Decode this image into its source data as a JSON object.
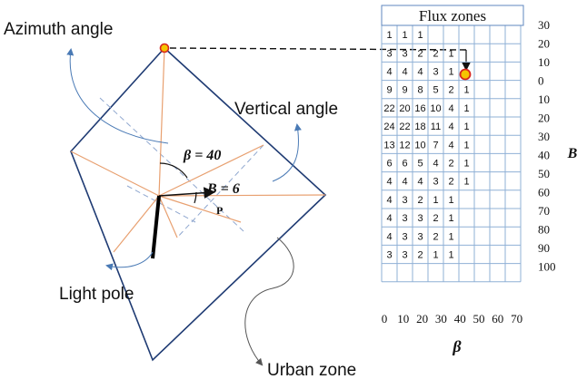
{
  "labels": {
    "azimuth": "Azimuth angle",
    "vertical": "Vertical angle",
    "light_pole": "Light pole",
    "urban_zone": "Urban zone",
    "beta_eq": "β = 40",
    "B_eq": "B = 6",
    "P": "P"
  },
  "table": {
    "title": "Flux zones",
    "rows": [
      [
        "1",
        "1",
        "1",
        "",
        "",
        "",
        ""
      ],
      [
        "3",
        "3",
        "2",
        "2",
        "1",
        "",
        ""
      ],
      [
        "4",
        "4",
        "4",
        "3",
        "1",
        "",
        ""
      ],
      [
        "9",
        "9",
        "8",
        "5",
        "2",
        "1",
        ""
      ],
      [
        "22",
        "20",
        "16",
        "10",
        "4",
        "1",
        ""
      ],
      [
        "24",
        "22",
        "18",
        "11",
        "4",
        "1",
        ""
      ],
      [
        "13",
        "12",
        "10",
        "7",
        "4",
        "1",
        ""
      ],
      [
        "6",
        "6",
        "5",
        "4",
        "2",
        "1",
        ""
      ],
      [
        "4",
        "4",
        "4",
        "3",
        "2",
        "1",
        ""
      ],
      [
        "4",
        "3",
        "2",
        "1",
        "1",
        "",
        ""
      ],
      [
        "4",
        "3",
        "3",
        "2",
        "1",
        "",
        ""
      ],
      [
        "4",
        "3",
        "3",
        "2",
        "1",
        "",
        ""
      ],
      [
        "3",
        "3",
        "2",
        "1",
        "1",
        "",
        ""
      ],
      [
        "",
        "",
        "",
        "",
        "",
        "",
        ""
      ]
    ],
    "x_ticks": [
      "0",
      "10",
      "20",
      "30",
      "40",
      "50",
      "60",
      "70"
    ],
    "x_axis_label": "β",
    "y_ticks": [
      "30",
      "20",
      "10",
      "0",
      "10",
      "20",
      "30",
      "40",
      "50",
      "60",
      "70",
      "80",
      "90",
      "100"
    ],
    "y_axis_label": "B"
  },
  "colors": {
    "frame": "#1f3b73",
    "ray": "#e8a070",
    "dash": "#8fa7cf",
    "arrow": "#4a7ab5",
    "marker_fill": "#f5c400",
    "marker_stroke": "#d7261e",
    "grid": "#8fb0d6"
  }
}
